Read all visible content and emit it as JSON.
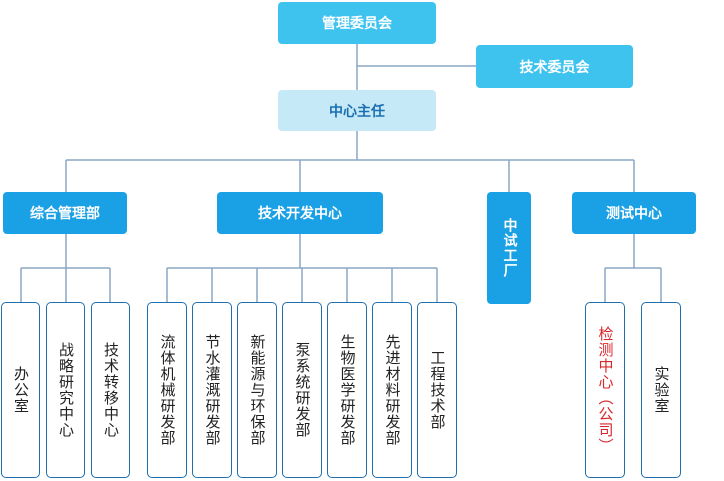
{
  "top": {
    "management_committee": "管理委员会",
    "technical_committee": "技术委员会",
    "center_director": "中心主任"
  },
  "departments": {
    "general_management": "综合管理部",
    "tech_dev_center": "技术开发中心",
    "pilot_factory": "中试工厂",
    "testing_center": "测试中心"
  },
  "general_units": [
    "办公室",
    "战略研究中心",
    "技术转移中心"
  ],
  "tech_units": [
    "流体机械研发部",
    "节水灌溉研发部",
    "新能源与环保部",
    "泵系统研发部",
    "生物医学研发部",
    "先进材料研发部",
    "工程技术部"
  ],
  "testing_units": [
    "检测中心（公司）",
    "实验室"
  ],
  "colors": {
    "line": "#8aa7c4",
    "dark_box": "#1aa0e4",
    "light_box": "#3ec3ef",
    "pale_box": "#c6e9f7",
    "leaf_border": "#1f6fae",
    "highlight_text": "#d9262b"
  }
}
